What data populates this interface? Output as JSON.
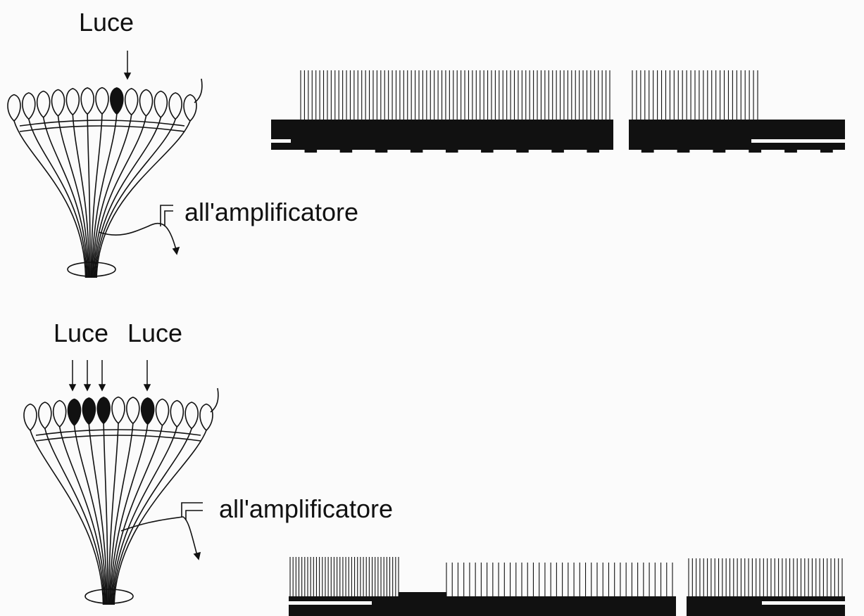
{
  "top_panel": {
    "light_label": "Luce",
    "amplifier_label": "all'amplificatore"
  },
  "bottom_panel": {
    "light_label_left": "Luce",
    "light_label_right": "Luce",
    "amplifier_label": "all'amplificatore"
  },
  "colors": {
    "ink": "#111111",
    "background": "#fbfbfb"
  }
}
